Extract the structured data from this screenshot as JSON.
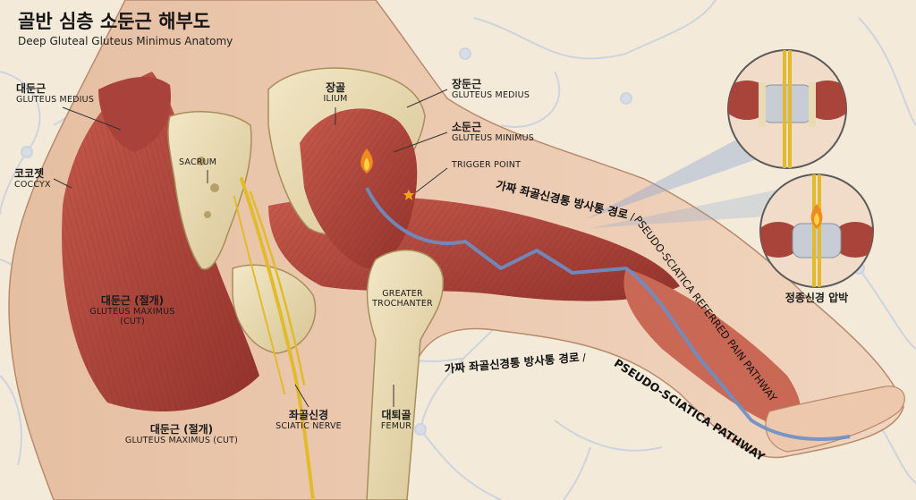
{
  "title": {
    "ko": "골반 심층 소둔근 해부도",
    "en": "Deep Gluteal Gluteus Minimus Anatomy"
  },
  "labels": {
    "gluteus_medius_left": {
      "ko": "대둔근",
      "en": "GLUTEUS MEDIUS"
    },
    "coccyx": {
      "ko": "코코젯",
      "en": "COCCYX"
    },
    "sacrum": {
      "en": "SACRUM"
    },
    "gluteus_maximus_cut_mid": {
      "ko": "대둔근 (절개)",
      "en1": "GLUTEUS MAXIMUS",
      "en2": "(CUT)"
    },
    "gluteus_maximus_cut_low": {
      "ko": "대둔근 (절개)",
      "en": "GLUTEUS MAXIMUS (CUT)"
    },
    "ilium": {
      "ko": "장골",
      "en": "ILIUM"
    },
    "gluteus_medius_right": {
      "ko": "장둔근",
      "en": "GLUTEUS MEDIUS"
    },
    "gluteus_minimus": {
      "ko": "소둔근",
      "en": "GLUTEUS MINIMUS"
    },
    "trigger_point": {
      "en": "TRIGGER POINT"
    },
    "greater_trochanter": {
      "en1": "GREATER",
      "en2": "TROCHANTER"
    },
    "sciatic_nerve": {
      "ko": "좌골신경",
      "en": "SCIATIC NERVE"
    },
    "femur": {
      "ko": "대퇴골",
      "en": "FEMUR"
    },
    "stenosis": {
      "ko": "정종신경 압박"
    }
  },
  "pathways": {
    "upper": {
      "ko": "가짜 좌골신경통 방사통 경로",
      "sep": " / ",
      "en": "PSEUDO-SCIATICA REFERRED PAIN PATHWAY"
    },
    "lower": {
      "ko": "가짜 좌골신경통 방사통 경로",
      "sep": " / ",
      "en": "PSEUDO-SCIATICA PATHWAY"
    }
  },
  "colors": {
    "background": "#f3ead9",
    "skin": "#ecc9ae",
    "muscle": "#b0473e",
    "muscle_dark": "#8a2e2a",
    "bone": "#e9dcb4",
    "nerve": "#e8c23a",
    "pain_path": "#6a8fc6",
    "flame": "#f08a1c"
  }
}
